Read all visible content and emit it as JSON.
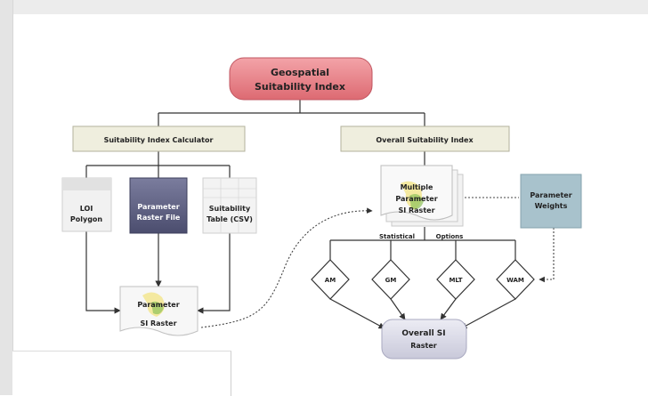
{
  "diagram": {
    "title_line1": "Geospatial",
    "title_line2": "Suitability Index",
    "calculator_label": "Suitability Index Calculator",
    "overall_label": "Overall Suitability Index",
    "loi_line1": "LOI",
    "loi_line2": "Polygon",
    "param_raster_line1": "Parameter",
    "param_raster_line2": "Raster File",
    "suit_table_line1": "Suitability",
    "suit_table_line2": "Table (CSV)",
    "param_si_line1": "Parameter",
    "param_si_line2": "SI Raster",
    "multi_line1": "Multiple",
    "multi_line2": "Parameter",
    "multi_line3": "SI Raster",
    "weights_line1": "Parameter",
    "weights_line2": "Weights",
    "statistical": "Statistical",
    "options": "Options",
    "methods": [
      "AM",
      "GM",
      "MLT",
      "WAM"
    ],
    "overall_si_line1": "Overall SI",
    "overall_si_line2": "Raster"
  },
  "colors": {
    "title_fill": "#e87f86",
    "calc_fill": "#efeede",
    "weights_fill": "#a8c2cc",
    "raster_fill": "#5d5f82",
    "overall_fill": "#d9d9e7"
  }
}
